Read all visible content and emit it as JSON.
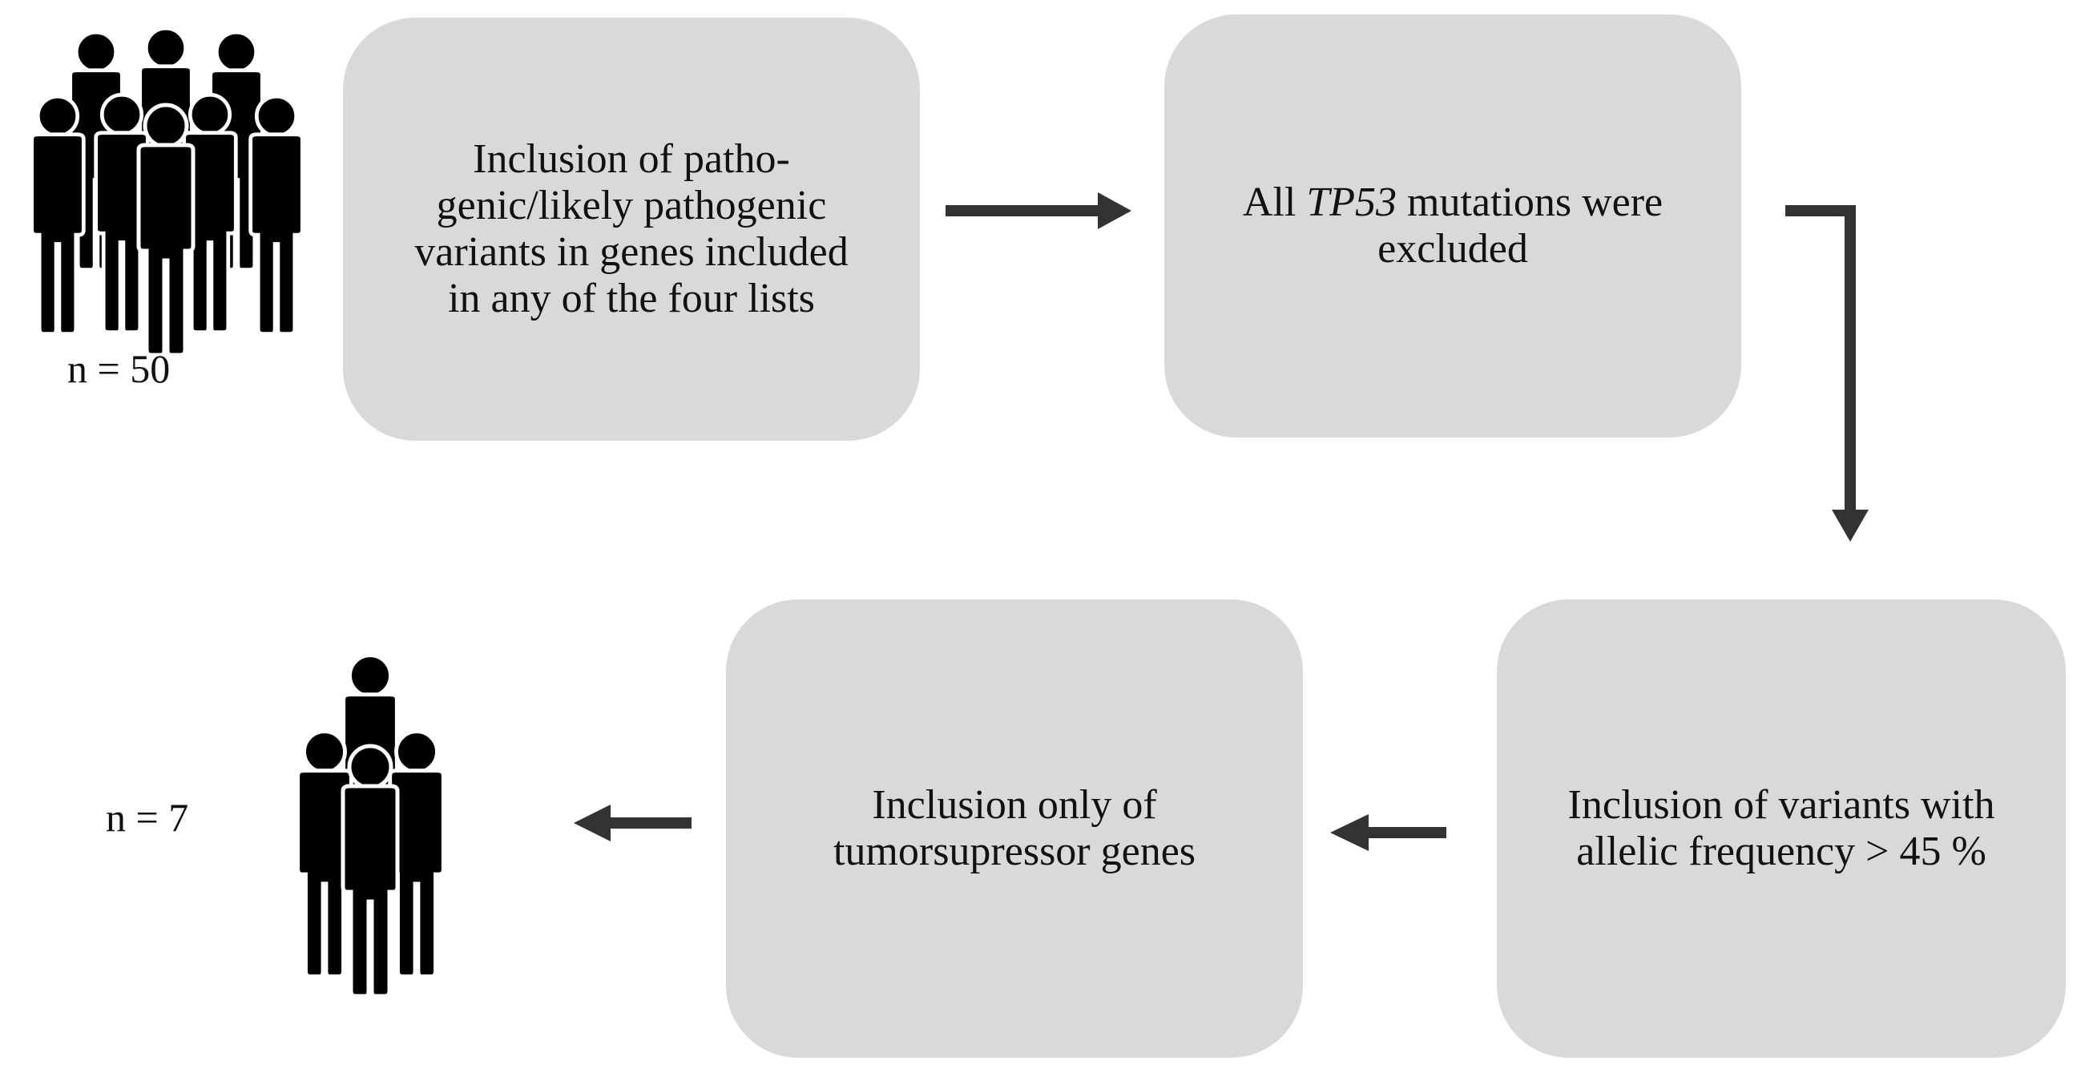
{
  "start": {
    "count_label": "n = 50"
  },
  "end": {
    "count_label": "n = 7"
  },
  "steps": [
    {
      "text": "Inclusion of patho-\ngenic/likely pathogenic\nvariants in genes included\nin any of the four lists"
    },
    {
      "text_prefix": "All ",
      "text_italic": "TP53",
      "text_suffix": " mutations were\nexcluded"
    },
    {
      "text": "Inclusion of variants with\nallelic frequency > 45 %"
    },
    {
      "text": "Inclusion only of\ntumorsupressor genes"
    }
  ],
  "colors": {
    "box_fill": "#d9d9d9",
    "arrow": "#333333",
    "people": "#000000"
  },
  "icons": [
    "people-group-icon",
    "people-group-icon",
    "arrow-right-icon",
    "arrow-down-icon",
    "arrow-left-icon"
  ]
}
